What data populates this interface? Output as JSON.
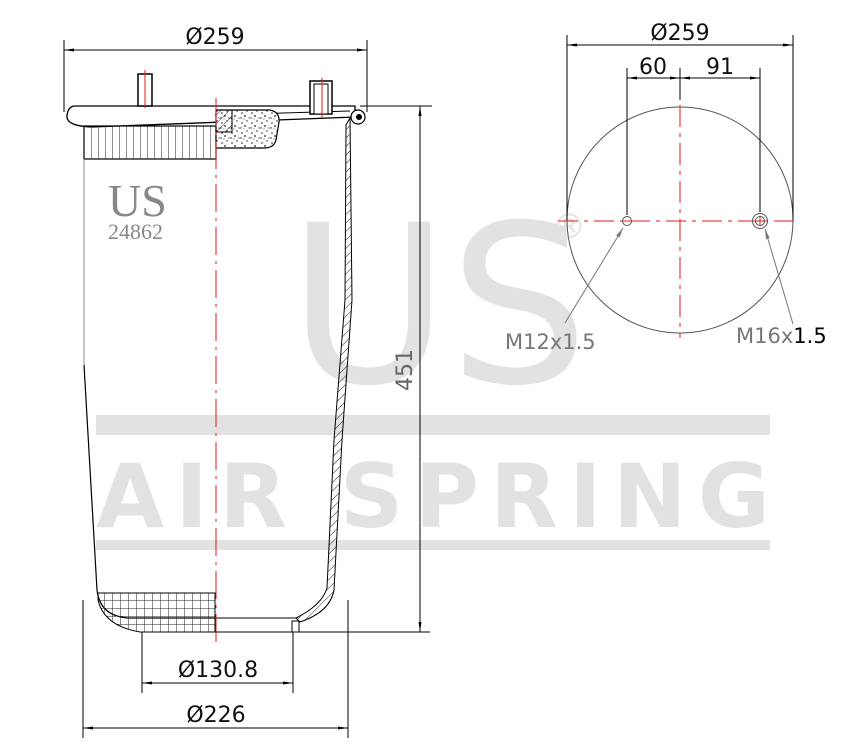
{
  "watermark": {
    "logo": "US",
    "registered": "®",
    "tagline": "AIR SPRING",
    "color": "#e2e2e2"
  },
  "part": {
    "brand": "US",
    "number": "24862"
  },
  "side_view": {
    "top_diameter": "Ø259",
    "height": "451",
    "piston_bottom_diameter": "Ø130.8",
    "base_diameter": "Ø226"
  },
  "top_view": {
    "diameter": "Ø259",
    "left_offset": "60",
    "right_offset": "91",
    "left_thread": "M12x1.5",
    "right_thread_prefix": "M16x",
    "right_thread_suffix": "1.5"
  },
  "colors": {
    "line": "#000000",
    "centerline": "#e01818",
    "dimension_gray": "#777777"
  }
}
